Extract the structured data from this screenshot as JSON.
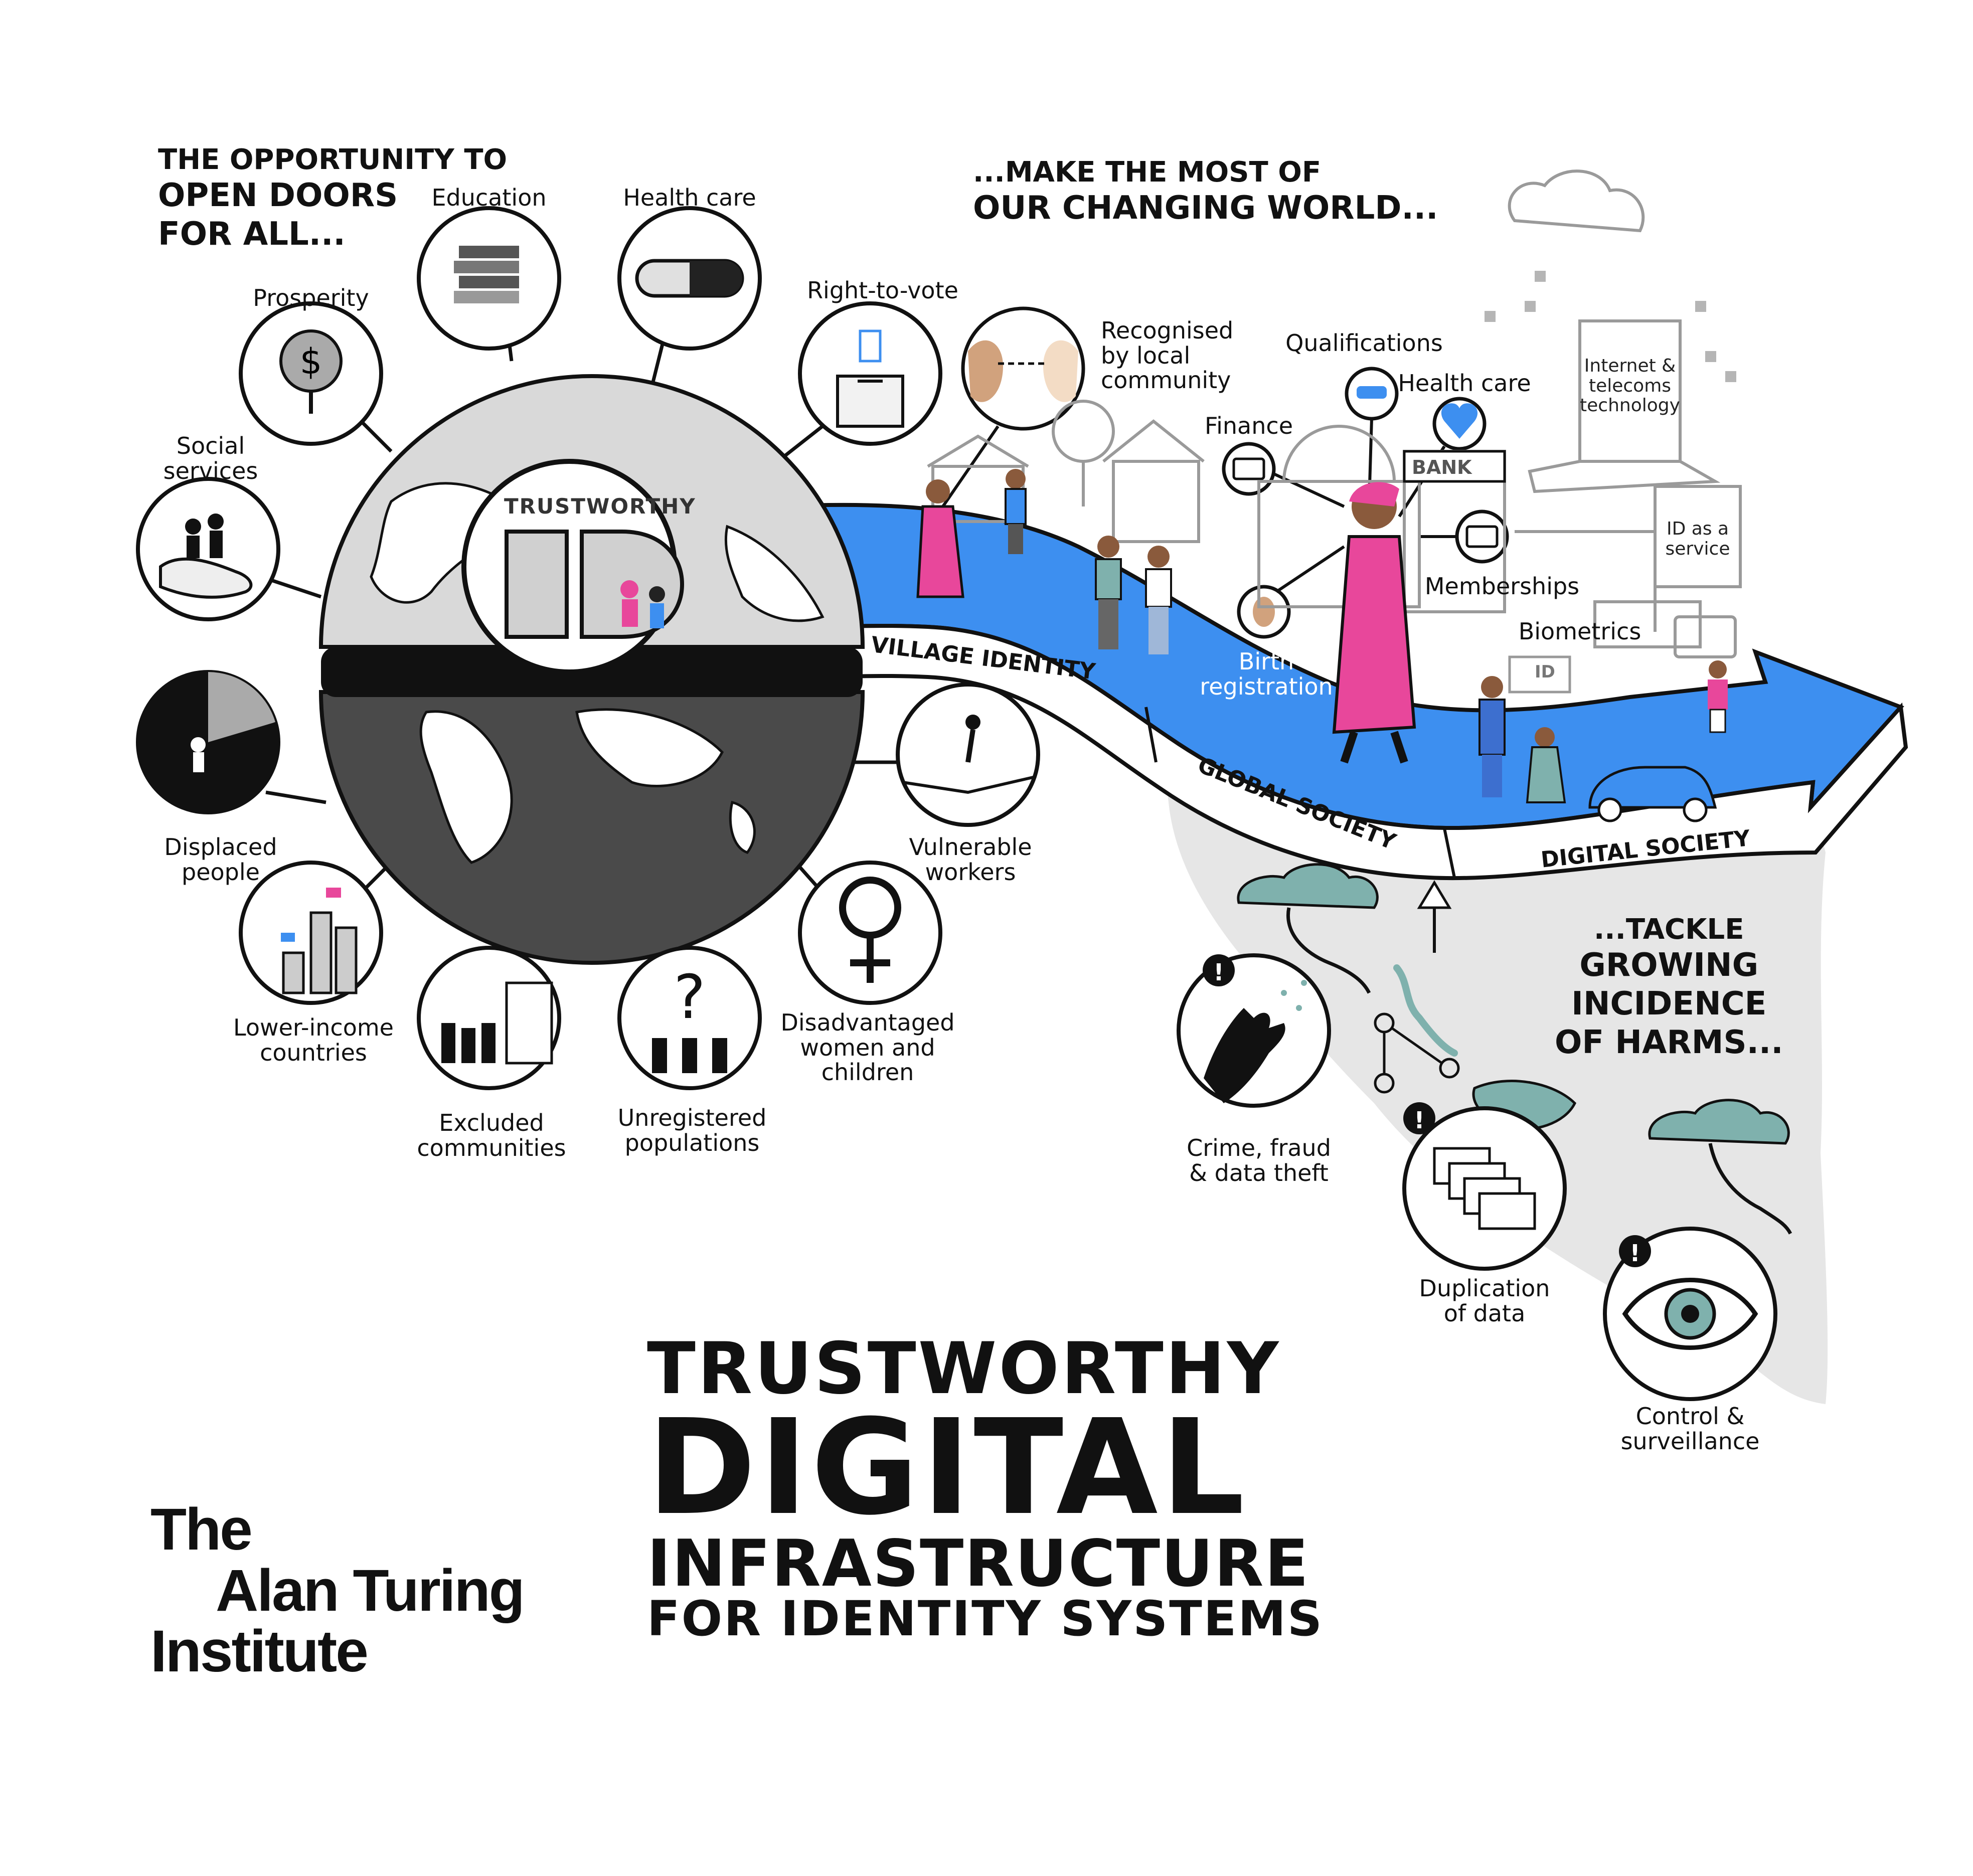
{
  "headline_left": {
    "line1": "THE OPPORTUNITY TO",
    "line2": "OPEN DOORS",
    "line3": "FOR ALL..."
  },
  "headline_right": {
    "line1": "...MAKE THE MOST OF",
    "line2": "OUR CHANGING WORLD..."
  },
  "headline_harms": {
    "line1": "...TACKLE",
    "line2": "GROWING",
    "line3": "INCIDENCE",
    "line4": "OF HARMS..."
  },
  "globe": {
    "badge_title": "TRUSTWORTHY",
    "badge_letters": "ID"
  },
  "opportunities": {
    "education": "Education",
    "health_care": "Health care",
    "prosperity": "Prosperity",
    "right_to_vote": "Right-to-vote",
    "social_services": "Social\nservices",
    "displaced_people": "Displaced\npeople",
    "lower_income": "Lower-income\ncountries",
    "excluded": "Excluded\ncommunities",
    "unregistered": "Unregistered\npopulations",
    "disadvantaged": "Disadvantaged\nwomen and\nchildren",
    "vulnerable": "Vulnerable\nworkers"
  },
  "path": {
    "village_identity": "VILLAGE IDENTITY",
    "global_society": "GLOBAL SOCIETY",
    "digital_society": "DIGITAL SOCIETY",
    "recognised": "Recognised\nby local\ncommunity",
    "qualifications": "Qualifications",
    "finance": "Finance",
    "health_care": "Health care",
    "memberships": "Memberships",
    "birth_registration": "Birth\nregistration",
    "biometrics": "Biometrics",
    "internet": "Internet &\ntelecoms\ntechnology",
    "id_service": "ID as a\nservice",
    "bank": "BANK",
    "biometric_card": "ID"
  },
  "harms": {
    "crime": "Crime, fraud\n& data theft",
    "duplication": "Duplication\nof data",
    "control": "Control &\nsurveillance"
  },
  "title": {
    "line1": "TRUSTWORTHY",
    "line2": "DIGITAL",
    "line3": "INFRASTRUCTURE",
    "line4": "FOR IDENTITY SYSTEMS"
  },
  "logo": {
    "line1": "The",
    "line2": "Alan Turing",
    "line3": "Institute"
  },
  "colors": {
    "path_blue": "#3d8ff0",
    "highlight_pink": "#e8479b",
    "teal": "#7fb1ad",
    "grey_fill": "#d9d9d9",
    "dark_globe": "#4a4a4a"
  }
}
